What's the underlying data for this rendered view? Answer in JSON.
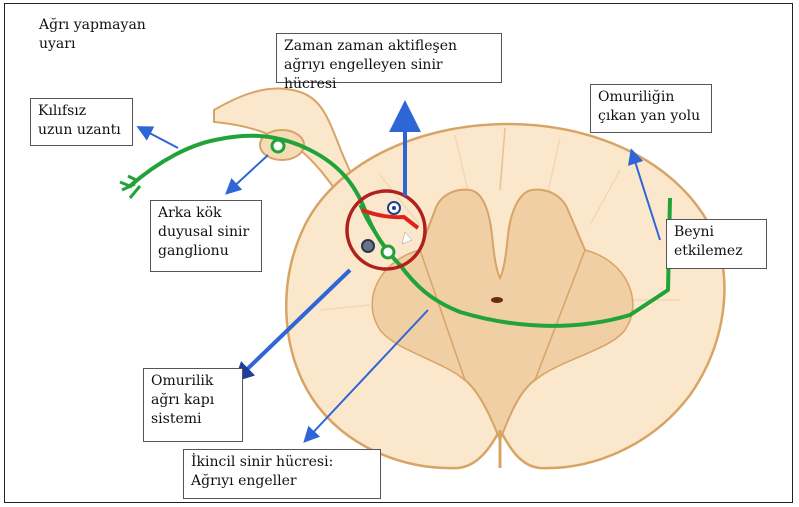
{
  "labels": {
    "agri_yapmayan": "Ağrı yapmayan\nuyarı",
    "zaman_zaman": "Zaman zaman aktifleşen\nağrıyı engelleyen sinir hücresi",
    "kilifsiz": "Kılıfsız\nuzun uzantı",
    "omuriligin": "Omuriliğin\nçıkan yan yolu",
    "arka_kok": "Arka kök\nduyusal sinir\nganglionu",
    "beyni": "Beyni\netkilemez",
    "omurilik_kapi": "Omurilik\nağrı kapı\nsistemi",
    "ikincil": "İkincil sinir hücresi:\nAğrıyı engeller"
  },
  "colors": {
    "white_matter": "#fbe8cc",
    "grey_matter": "#efcfa3",
    "outline": "#d8a466",
    "nerve_green": "#22a33a",
    "arrow_blue": "#2f66d6",
    "circle_red": "#b0201c",
    "signal_red": "#e0221a"
  }
}
